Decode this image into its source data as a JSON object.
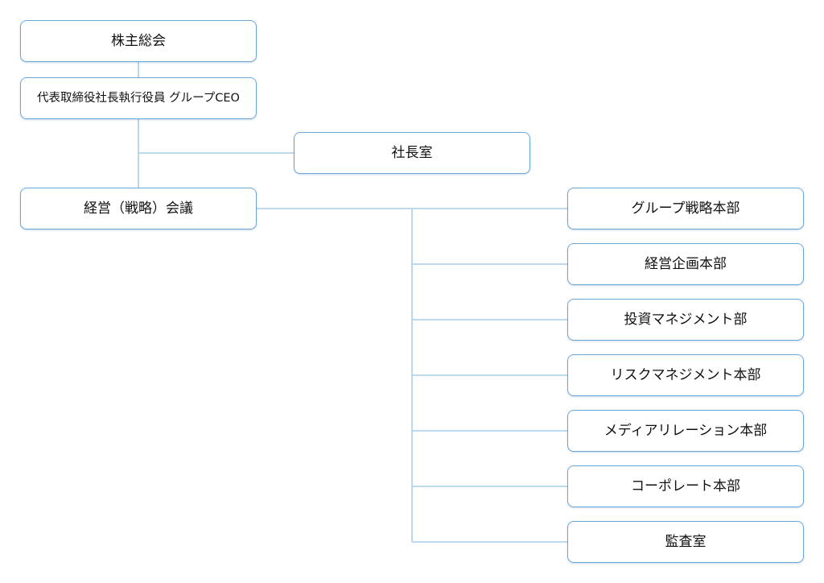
{
  "nodes": {
    "shareholders": "株主総会",
    "ceo": "代表取締役社長執行役員 グループCEO",
    "president_office": "社長室",
    "management_meeting": "経営（戦略）会議"
  },
  "divisions": [
    "グループ戦略本部",
    "経営企画本部",
    "投資マネジメント部",
    "リスクマネジメント本部",
    "メディアリレーション本部",
    "コーポレート本部",
    "監査室"
  ],
  "colors": {
    "box_border": "#6aa8dc",
    "connector": "#a9cde8",
    "text": "#111111"
  }
}
